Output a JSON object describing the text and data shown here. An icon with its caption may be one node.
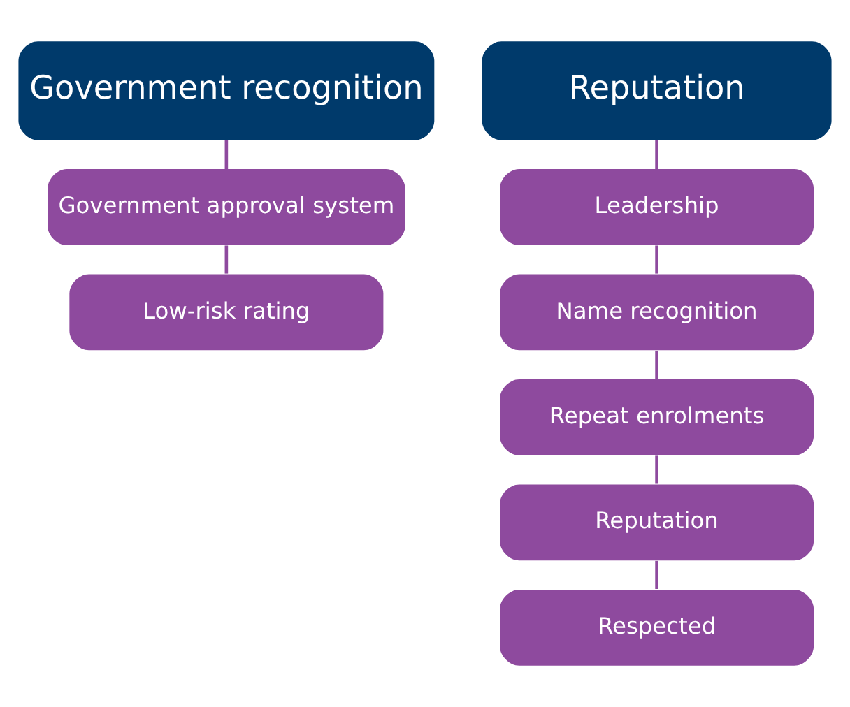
{
  "diagram": {
    "nodes": [
      {
        "text": [
          "Government recognition"
        ]
      },
      {
        "text": [
          "Government approval system"
        ]
      },
      {
        "text": [
          "Low-risk rating"
        ]
      },
      {
        "text": [
          "Reputation"
        ]
      },
      {
        "text": [
          "Leadership"
        ]
      },
      {
        "text": [
          "Name recognition"
        ]
      },
      {
        "text": [
          "Repeat enrolments"
        ]
      },
      {
        "text": [
          "Reputation"
        ]
      },
      {
        "text": [
          "Respected"
        ]
      }
    ],
    "edges": [
      {
        "from": 0,
        "to": 1,
        "arrow": "none"
      },
      {
        "from": 1,
        "to": 2,
        "arrow": "none"
      },
      {
        "from": 3,
        "to": 4,
        "arrow": "none"
      },
      {
        "from": 4,
        "to": 5,
        "arrow": "none"
      },
      {
        "from": 5,
        "to": 6,
        "arrow": "none"
      },
      {
        "from": 6,
        "to": 7,
        "arrow": "none"
      },
      {
        "from": 7,
        "to": 8,
        "arrow": "none"
      }
    ]
  }
}
